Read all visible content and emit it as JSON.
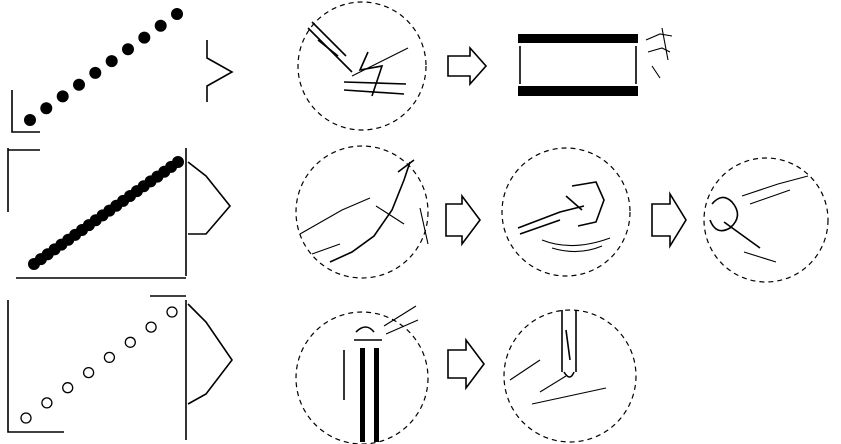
{
  "diagram": {
    "rows": [
      {
        "id": "row-1",
        "dot_style": "large-solid",
        "steps": 2
      },
      {
        "id": "row-2",
        "dot_style": "dense-solid",
        "steps": 3
      },
      {
        "id": "row-3",
        "dot_style": "small-hollow",
        "steps": 2
      }
    ],
    "colors": {
      "ink": "#000000",
      "background": "#ffffff"
    }
  }
}
